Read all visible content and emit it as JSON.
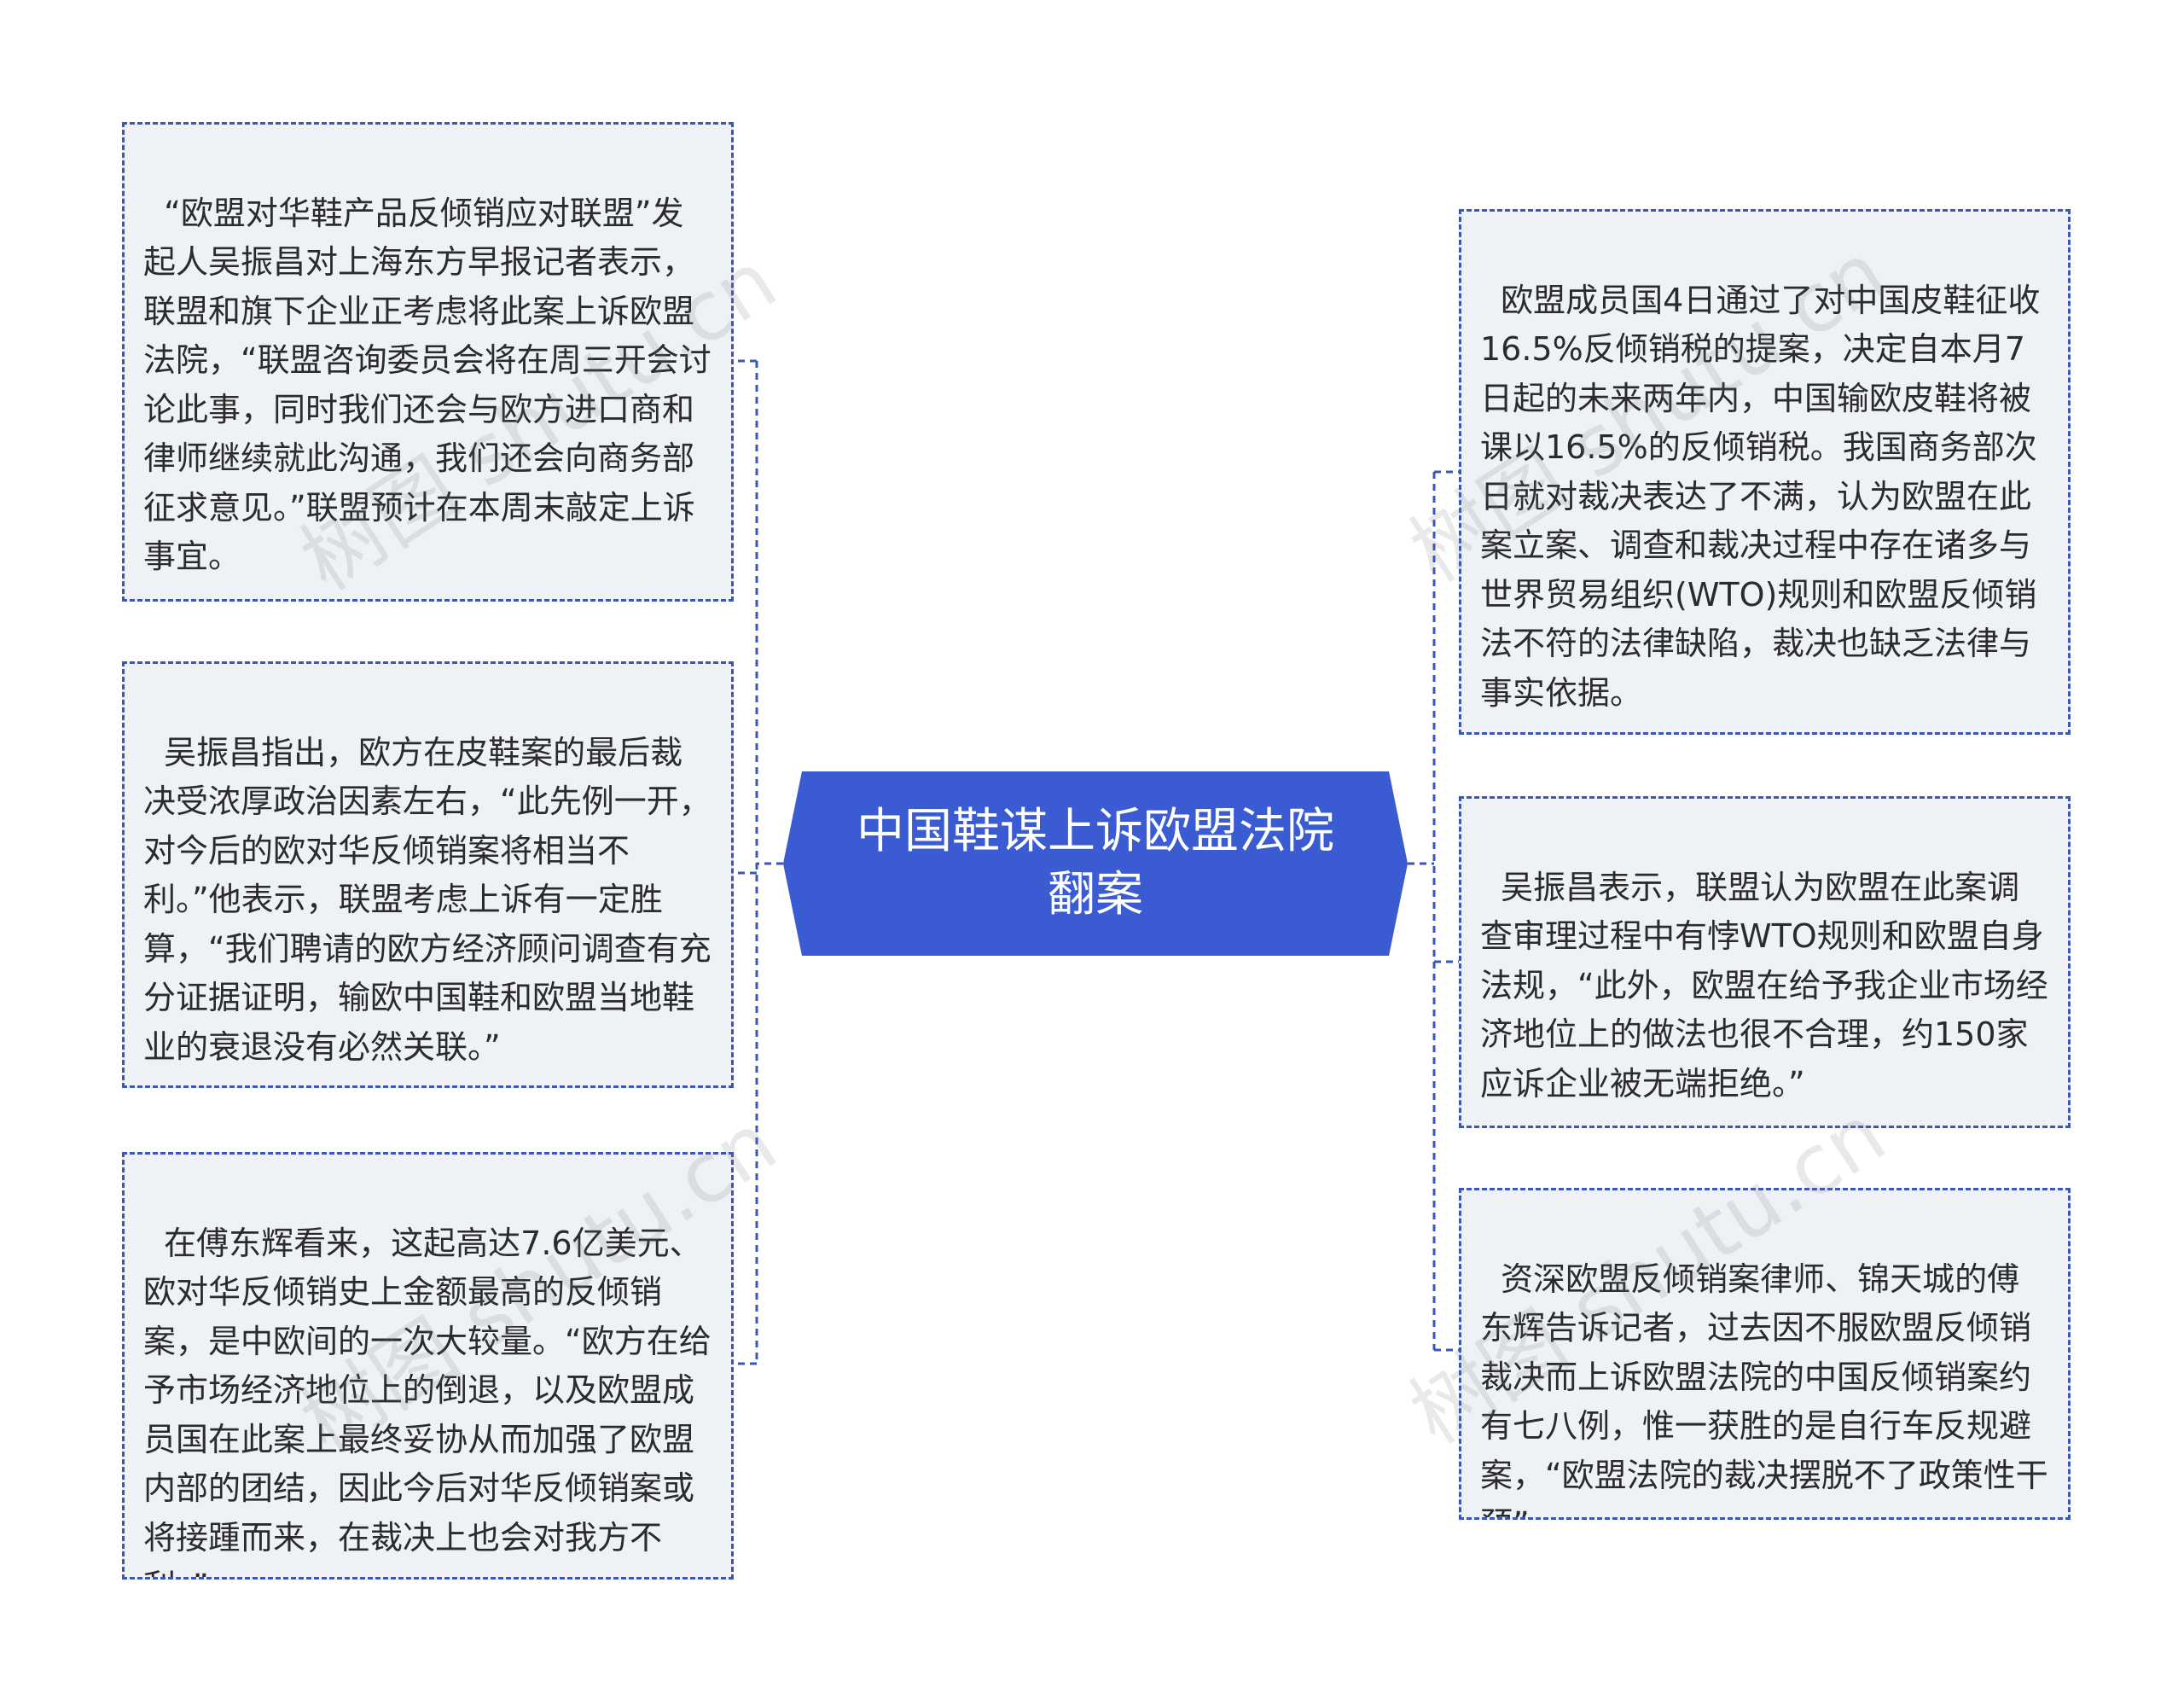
{
  "central_topic": "中国鞋谋上诉欧盟法院翻案",
  "left_nodes": [
    "“欧盟对华鞋产品反倾销应对联盟”发起人吴振昌对上海东方早报记者表示，联盟和旗下企业正考虑将此案上诉欧盟法院，“联盟咨询委员会将在周三开会讨论此事，同时我们还会与欧方进口商和律师继续就此沟通，我们还会向商务部征求意见。”联盟预计在本周末敲定上诉事宜。",
    "吴振昌指出，欧方在皮鞋案的最后裁决受浓厚政治因素左右，“此先例一开，对今后的欧对华反倾销案将相当不利。”他表示，联盟考虑上诉有一定胜算，“我们聘请的欧方经济顾问调查有充分证据证明，输欧中国鞋和欧盟当地鞋业的衰退没有必然关联。”",
    "在傅东辉看来，这起高达7.6亿美元、欧对华反倾销史上金额最高的反倾销案，是中欧间的一次大较量。“欧方在给予市场经济地位上的倒退，以及欧盟成员国在此案上最终妥协从而加强了欧盟内部的团结，因此今后对华反倾销案或将接踵而来，在裁决上也会对我方不利。”"
  ],
  "right_nodes": [
    "欧盟成员国4日通过了对中国皮鞋征收16.5%反倾销税的提案，决定自本月7日起的未来两年内，中国输欧皮鞋将被课以16.5%的反倾销税。我国商务部次日就对裁决表达了不满，认为欧盟在此案立案、调查和裁决过程中存在诸多与世界贸易组织(WTO)规则和欧盟反倾销法不符的法律缺陷，裁决也缺乏法律与事实依据。",
    "吴振昌表示，联盟认为欧盟在此案调查审理过程中有悖WTO规则和欧盟自身法规，“此外，欧盟在给予我企业市场经济地位上的做法也很不合理，约150家应诉企业被无端拒绝。”",
    "资深欧盟反倾销案律师、锦天城的傅东辉告诉记者，过去因不服欧盟反倾销裁决而上诉欧盟法院的中国反倾销案约有七八例，惟一获胜的是自行车反规避案，“欧盟法院的裁决摆脱不了政策性干预”。"
  ],
  "watermark": "树图 shutu.cn",
  "colors": {
    "central_fill": "#3a5bd1",
    "node_fill": "#eef1f6",
    "node_border": "#3c55b8",
    "connector": "#3c55b8"
  }
}
